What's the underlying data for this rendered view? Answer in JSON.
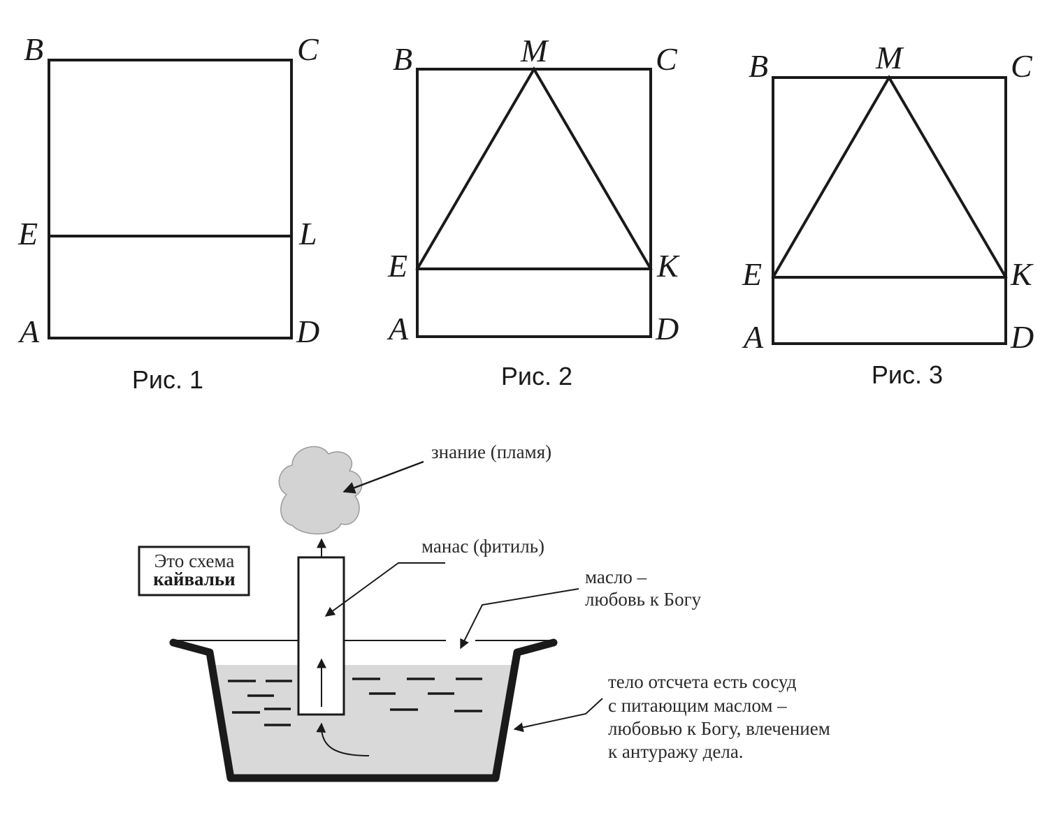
{
  "figures": [
    {
      "caption": "Рис. 1",
      "points": {
        "A": "A",
        "B": "B",
        "C": "C",
        "D": "D",
        "E": "E",
        "L": "L"
      }
    },
    {
      "caption": "Рис. 2",
      "points": {
        "A": "A",
        "B": "B",
        "C": "C",
        "D": "D",
        "E": "E",
        "K": "K",
        "M": "M"
      }
    },
    {
      "caption": "Рис. 3",
      "points": {
        "A": "A",
        "B": "B",
        "C": "C",
        "D": "D",
        "E": "E",
        "K": "K",
        "M": "M"
      }
    }
  ],
  "lamp": {
    "box_line1": "Это схема",
    "box_line2": "кайвальи",
    "flame_label": "знание (пламя)",
    "wick_label": "манас (фитиль)",
    "oil_label_line1": "масло –",
    "oil_label_line2": "любовь к Богу",
    "vessel_label_line1": "тело отсчета есть сосуд",
    "vessel_label_line2": "с питающим маслом –",
    "vessel_label_line3": "любовью к Богу, влечением",
    "vessel_label_line4": "к антуражу дела.",
    "colors": {
      "oil": "#d9d9d9",
      "flame": "#d3d3d3",
      "stroke": "#1a1a1a"
    }
  }
}
